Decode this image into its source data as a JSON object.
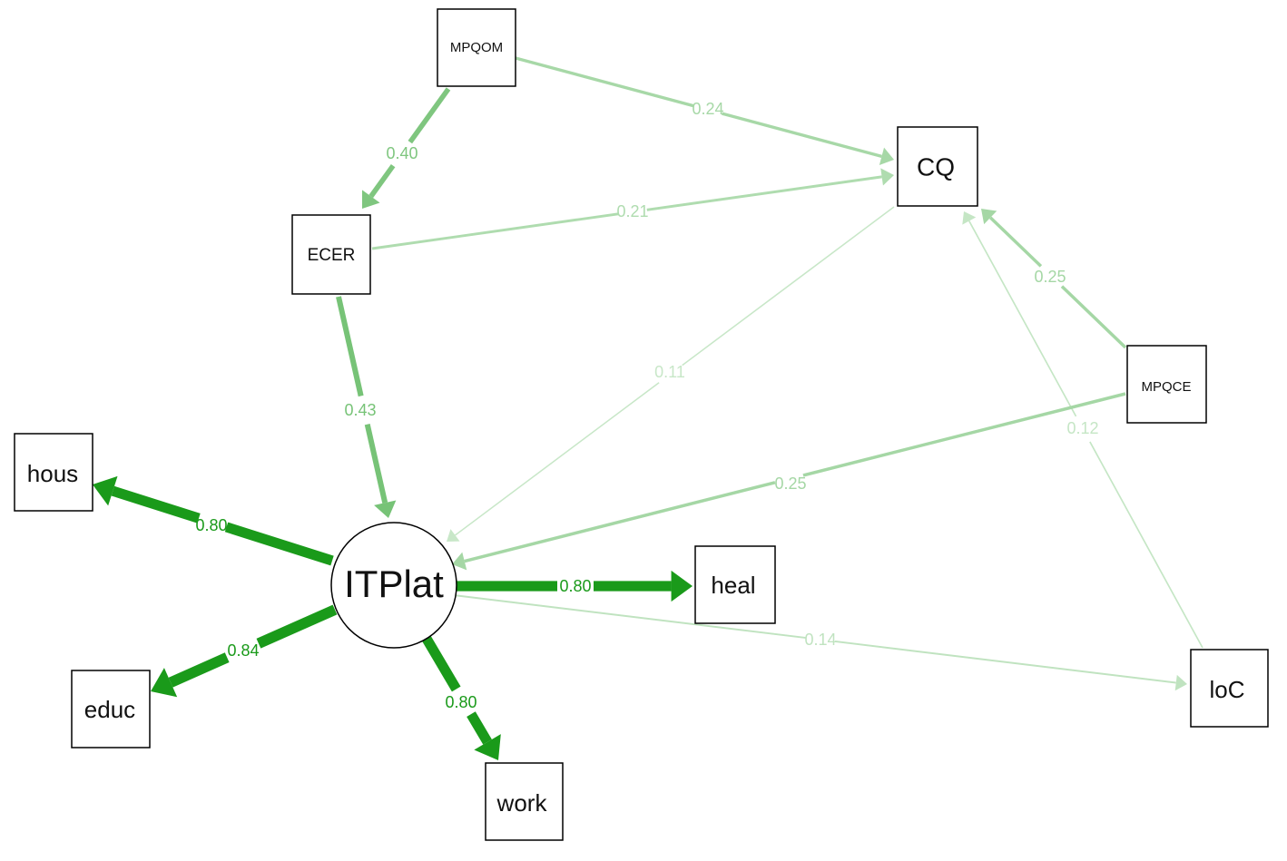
{
  "diagram": {
    "type": "path-diagram",
    "colors": {
      "edge": "#1a9a1a",
      "node_border": "#000000",
      "background": "#ffffff"
    },
    "nodes": {
      "mpqom": {
        "label": "MPQOM",
        "shape": "box"
      },
      "cq": {
        "label": "CQ",
        "shape": "box"
      },
      "ecer": {
        "label": "ECER",
        "shape": "box"
      },
      "mpqce": {
        "label": "MPQCE",
        "shape": "box"
      },
      "hous": {
        "label": "hous",
        "shape": "box"
      },
      "itplat": {
        "label": "ITPlat",
        "shape": "circle"
      },
      "heal": {
        "label": "heal",
        "shape": "box"
      },
      "loc": {
        "label": "loC",
        "shape": "box"
      },
      "educ": {
        "label": "educ",
        "shape": "box"
      },
      "work": {
        "label": "work",
        "shape": "box"
      }
    },
    "edges": {
      "mpqom_cq": {
        "from": "MPQOM",
        "to": "CQ",
        "weight": 0.24,
        "label": "0.24"
      },
      "mpqom_ecer": {
        "from": "MPQOM",
        "to": "ECER",
        "weight": 0.4,
        "label": "0.40"
      },
      "ecer_cq": {
        "from": "ECER",
        "to": "CQ",
        "weight": 0.21,
        "label": "0.21"
      },
      "mpqce_cq": {
        "from": "MPQCE",
        "to": "CQ",
        "weight": 0.25,
        "label": "0.25"
      },
      "loc_cq": {
        "from": "loC",
        "to": "CQ",
        "weight": 0.12,
        "label": "0.12"
      },
      "cq_itplat": {
        "from": "CQ",
        "to": "ITPlat",
        "weight": 0.11,
        "label": "0.11"
      },
      "ecer_itplat": {
        "from": "ECER",
        "to": "ITPlat",
        "weight": 0.43,
        "label": "0.43"
      },
      "mpqce_itplat": {
        "from": "MPQCE",
        "to": "ITPlat",
        "weight": 0.25,
        "label": "0.25"
      },
      "itplat_hous": {
        "from": "ITPlat",
        "to": "hous",
        "weight": 0.8,
        "label": "0.80"
      },
      "itplat_heal": {
        "from": "ITPlat",
        "to": "heal",
        "weight": 0.8,
        "label": "0.80"
      },
      "itplat_educ": {
        "from": "ITPlat",
        "to": "educ",
        "weight": 0.84,
        "label": "0.84"
      },
      "itplat_work": {
        "from": "ITPlat",
        "to": "work",
        "weight": 0.8,
        "label": "0.80"
      },
      "itplat_loc": {
        "from": "ITPlat",
        "to": "loC",
        "weight": 0.14,
        "label": "0.14"
      }
    }
  }
}
